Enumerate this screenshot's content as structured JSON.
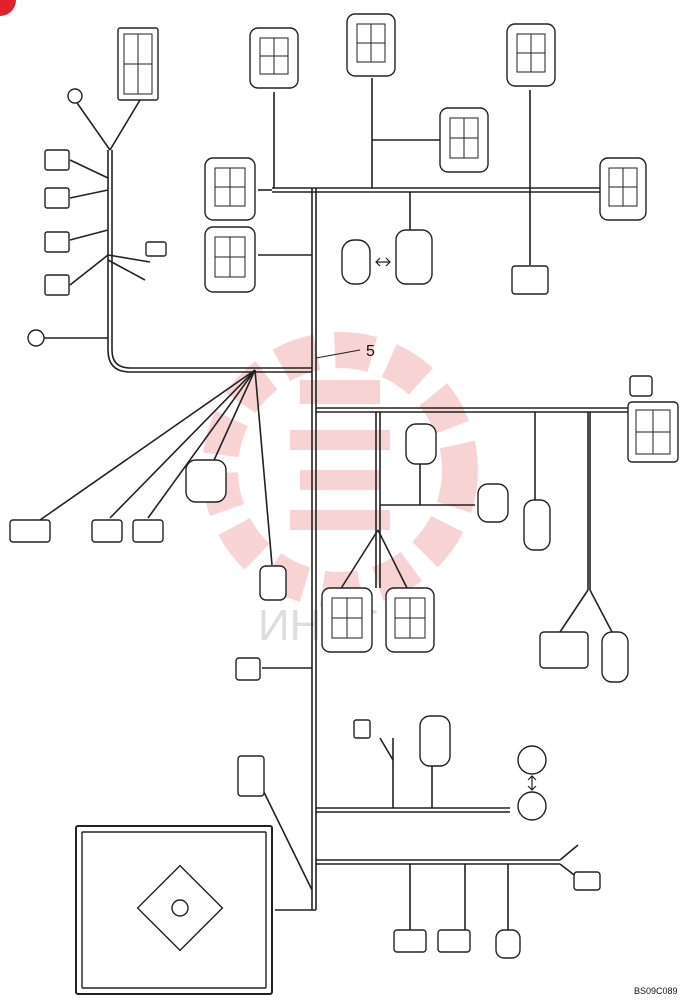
{
  "diagram": {
    "callout_number": "5",
    "figure_code": "BS09C089",
    "watermark_text": "ИНЕТ",
    "colors": {
      "wire": "#222222",
      "connector_fill": "#ffffff",
      "watermark": "#f4b0b0",
      "corner_badge": "#e0202a"
    }
  }
}
